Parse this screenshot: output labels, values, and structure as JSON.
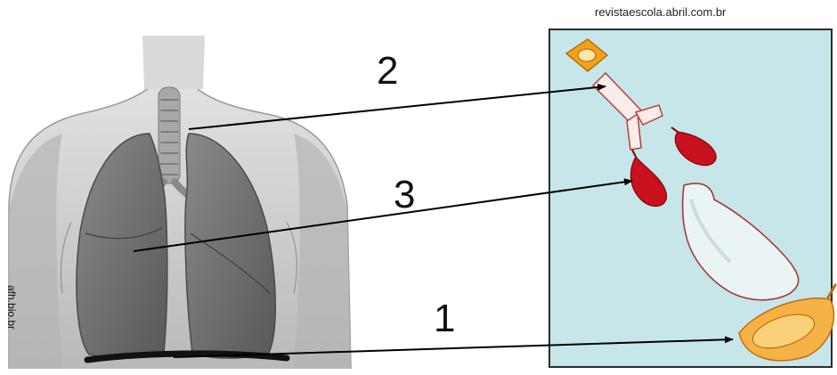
{
  "credits": {
    "model_source": "revistaescola.abril.com.br",
    "anatomy_source": "afh.bio.br"
  },
  "labels": [
    {
      "number": "2"
    },
    {
      "number": "3"
    },
    {
      "number": "1"
    }
  ],
  "colors": {
    "model_background": "#c6e6ea",
    "balloon": "#c8101e",
    "lid": "#f5a21a",
    "bottle": "#eaf4f4",
    "membrane": "#f5b347",
    "lung": "#6a6a6a",
    "torso": "#c8c8c8"
  }
}
